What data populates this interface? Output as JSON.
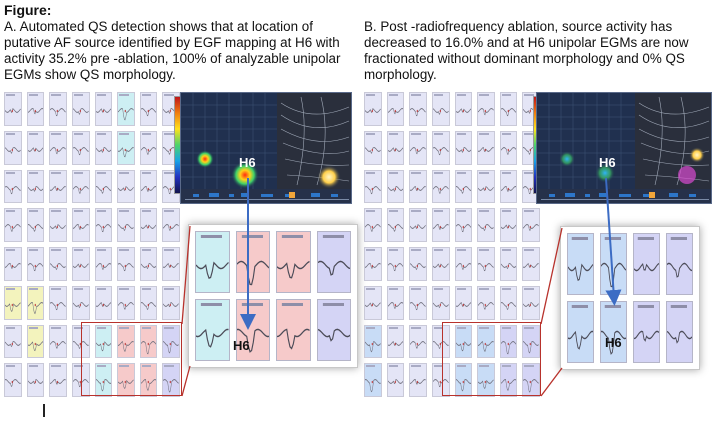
{
  "figure_label": "Figure:",
  "panel_a": {
    "caption": "A. Automated QS detection shows that at location of putative AF source identified by EGF mapping at H6 with activity 35.2% pre -ablation, 100% of analyzable unipolar EGMs show QS morphology.",
    "map_label": "H6",
    "zoom_label": "H6"
  },
  "panel_b": {
    "caption": "B. Post -radiofrequency ablation, source activity has decreased to 16.0% and at  H6 unipolar EGMs are now fractionated without dominant morphology and 0% QS morphology.",
    "map_label": "H6",
    "zoom_label": "H6"
  },
  "colors": {
    "default_cell": "#e4e5f6",
    "cyan_cell": "#cdeff3",
    "pink_cell": "#f6caca",
    "yellow_cell": "#f3f3bd",
    "lavender_cell": "#d4d4f5",
    "blue_cell": "#c8dcf6",
    "highlight_box": "#b8322c",
    "arrow": "#3c6cc4"
  },
  "grid_a_colors": [
    [
      "default",
      "default",
      "default",
      "default",
      "default",
      "cyan",
      "default",
      "default"
    ],
    [
      "default",
      "default",
      "default",
      "default",
      "default",
      "cyan",
      "default",
      "default"
    ],
    [
      "default",
      "default",
      "default",
      "default",
      "default",
      "default",
      "default",
      "default"
    ],
    [
      "default",
      "default",
      "default",
      "default",
      "default",
      "default",
      "default",
      "default"
    ],
    [
      "default",
      "default",
      "default",
      "default",
      "default",
      "default",
      "default",
      "default"
    ],
    [
      "yellow",
      "yellow",
      "default",
      "default",
      "default",
      "default",
      "default",
      "default"
    ],
    [
      "default",
      "yellow",
      "default",
      "default",
      "cyan",
      "pink",
      "pink",
      "lavender"
    ],
    [
      "default",
      "default",
      "default",
      "default",
      "cyan",
      "pink",
      "pink",
      "lavender"
    ]
  ],
  "grid_b_colors": [
    [
      "default",
      "default",
      "default",
      "default",
      "default",
      "default",
      "default",
      "default"
    ],
    [
      "default",
      "default",
      "default",
      "default",
      "default",
      "default",
      "default",
      "default"
    ],
    [
      "default",
      "default",
      "default",
      "default",
      "default",
      "default",
      "default",
      "default"
    ],
    [
      "default",
      "default",
      "default",
      "default",
      "default",
      "default",
      "default",
      "default"
    ],
    [
      "default",
      "default",
      "default",
      "default",
      "default",
      "default",
      "default",
      "default"
    ],
    [
      "default",
      "default",
      "default",
      "default",
      "default",
      "default",
      "default",
      "default"
    ],
    [
      "blue",
      "default",
      "default",
      "default",
      "blue",
      "blue",
      "lavender",
      "lavender"
    ],
    [
      "blue",
      "default",
      "default",
      "default",
      "blue",
      "blue",
      "lavender",
      "lavender"
    ]
  ],
  "zoom_a_colors": [
    "cyan",
    "pink",
    "pink",
    "lavender",
    "cyan",
    "pink",
    "pink",
    "lavender"
  ],
  "zoom_b_colors": [
    "blue",
    "blue",
    "lavender",
    "lavender",
    "blue",
    "blue",
    "lavender",
    "lavender"
  ]
}
